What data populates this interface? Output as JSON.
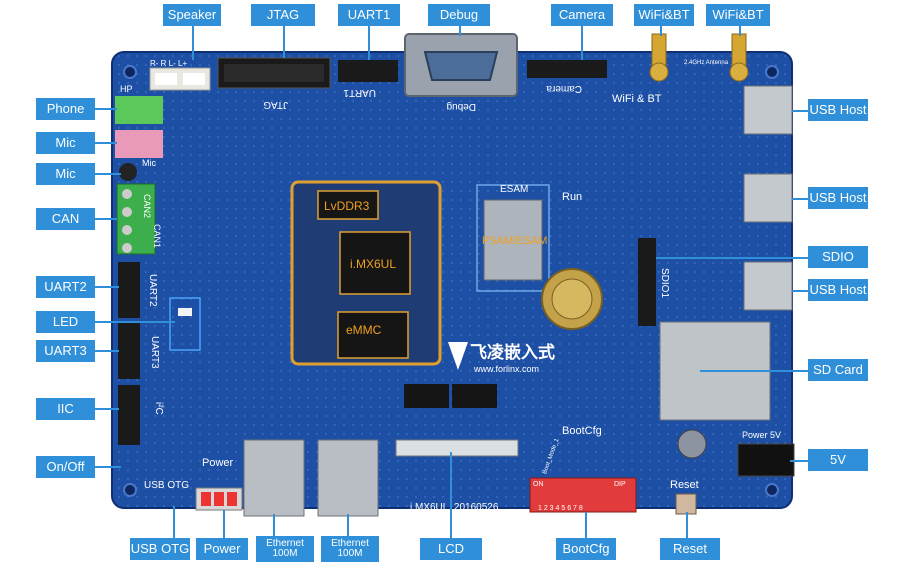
{
  "board": {
    "modules": {
      "lvddr3": "LvDDR3",
      "imx6ul": "i.MX6UL",
      "emmc": "eMMC",
      "psam": "PSAM/ESAM"
    },
    "silkscreen": {
      "hp": "HP",
      "lr": "R- R L- L+",
      "jtag": "JTAG",
      "uart1": "UART1",
      "debug": "Debug",
      "camera": "Camera",
      "wifi_bt": "WiFi & BT",
      "esam": "ESAM",
      "run": "Run",
      "can2": "CAN2",
      "can1": "CAN1",
      "uart2": "UART2",
      "uart3": "UART3",
      "i2c": "i²C",
      "mic": "Mic",
      "sdio1": "SDIO1",
      "power": "Power",
      "usb_otg": "USB OTG",
      "bootcfg": "BootCfg",
      "reset": "Reset",
      "power5v": "Power 5V",
      "on": "ON",
      "dip": "DIP",
      "dip_numbers": "1 2 3 4 5 6 7 8",
      "boot_mode": "Boot_Mode_1",
      "antenna": "2.4GHz Antenna",
      "version": "i.MX6UL_20160526",
      "brand_cn": "飞凌嵌入式",
      "brand_url": "www.forlinx.com"
    }
  },
  "labels": {
    "speaker": "Speaker",
    "jtag": "JTAG",
    "uart1": "UART1",
    "debug": "Debug",
    "camera": "Camera",
    "wifi1": "WiFi&BT",
    "wifi2": "WiFi&BT",
    "phone": "Phone",
    "mic1": "Mic",
    "mic2": "Mic",
    "can": "CAN",
    "uart2": "UART2",
    "led": "LED",
    "uart3": "UART3",
    "iic": "IIC",
    "onoff": "On/Off",
    "usbhost1": "USB Host",
    "usbhost2": "USB Host",
    "sdio": "SDIO",
    "usbhost3": "USB Host",
    "sdcard": "SD Card",
    "v5": "5V",
    "usbotg": "USB OTG",
    "power": "Power",
    "eth1": "Ethernet 100M",
    "eth2": "Ethernet 100M",
    "lcd": "LCD",
    "bootcfg": "BootCfg",
    "reset": "Reset"
  },
  "colors": {
    "label_bg": "#2f8fd8",
    "pcb": "#1d4fa5",
    "pcb_dark": "#14398a",
    "module_border": "#e0a030",
    "module_text": "#f0a020"
  }
}
